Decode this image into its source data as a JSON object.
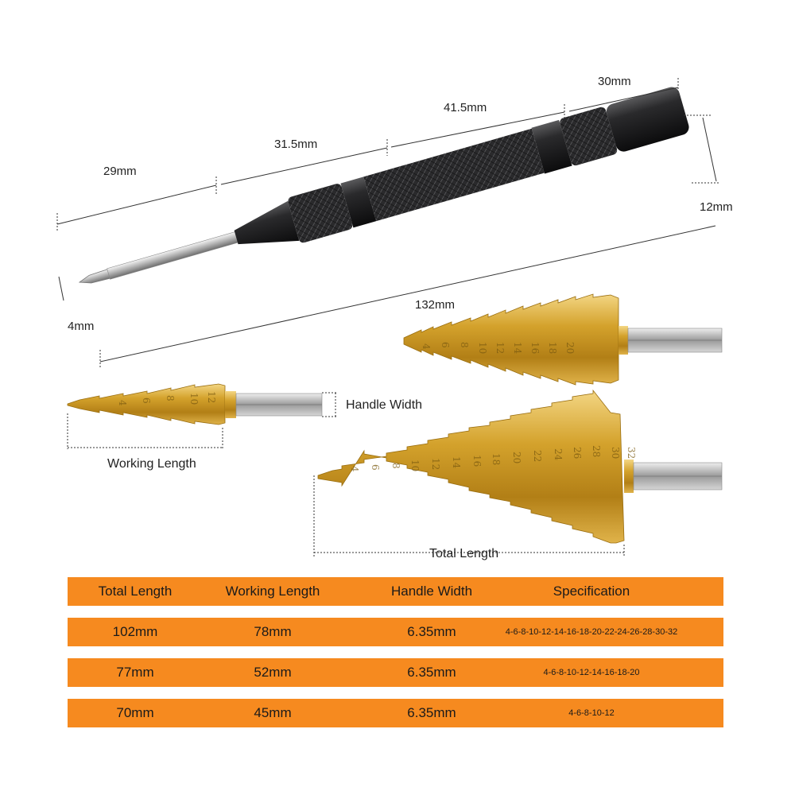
{
  "punch_dimensions": {
    "tip_length": "29mm",
    "taper_length": "31.5mm",
    "grip_length": "41.5mm",
    "end_length": "30mm",
    "diameter": "12mm",
    "total_length": "132mm",
    "tip_diameter": "4mm"
  },
  "bit_labels": {
    "handle_width": "Handle Width",
    "working_length": "Working Length",
    "total_length": "Total Length"
  },
  "bit_markings": {
    "small": [
      "4",
      "6",
      "8",
      "10",
      "12"
    ],
    "medium": [
      "4",
      "6",
      "8",
      "10",
      "12",
      "14",
      "16",
      "18",
      "20"
    ],
    "large": [
      "4",
      "6",
      "8",
      "10",
      "12",
      "14",
      "16",
      "18",
      "20",
      "22",
      "24",
      "26",
      "28",
      "30",
      "32"
    ]
  },
  "colors": {
    "table_bg": "#f68a1f",
    "punch_body": "#1c1c1e",
    "bit_gold": "#d4a22c"
  },
  "table": {
    "headers": [
      "Total Length",
      "Working Length",
      "Handle Width",
      "Specification"
    ],
    "rows": [
      [
        "102mm",
        "78mm",
        "6.35mm",
        "4-6-8-10-12-14-16-18-20-22-24-26-28-30-32"
      ],
      [
        "77mm",
        "52mm",
        "6.35mm",
        "4-6-8-10-12-14-16-18-20"
      ],
      [
        "70mm",
        "45mm",
        "6.35mm",
        "4-6-8-10-12"
      ]
    ]
  }
}
